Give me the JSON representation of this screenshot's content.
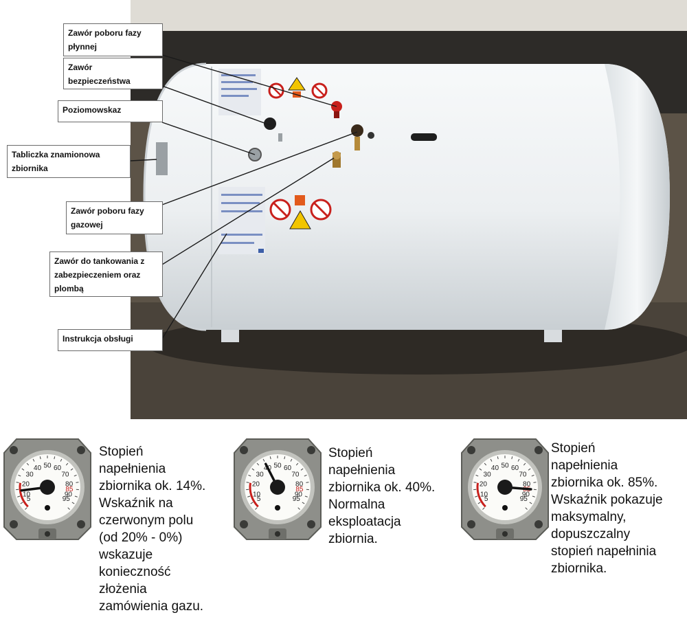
{
  "labels": [
    {
      "id": "liquid-valve",
      "lines": [
        "Zawór poboru fazy",
        "płynnej"
      ]
    },
    {
      "id": "safety-valve",
      "lines": [
        "Zawór",
        "bezpieczeństwa"
      ]
    },
    {
      "id": "level-gauge",
      "lines": [
        "Poziomowskaz"
      ]
    },
    {
      "id": "nameplate",
      "lines": [
        "Tabliczka znamionowa",
        "zbiornika"
      ]
    },
    {
      "id": "gas-valve",
      "lines": [
        "Zawór poboru fazy",
        "gazowej"
      ]
    },
    {
      "id": "filling-valve",
      "lines": [
        "Zawór do tankowania z",
        "zabezpieczeniem oraz",
        "plombą"
      ]
    },
    {
      "id": "instructions",
      "lines": [
        "Instrukcja obsługi"
      ]
    }
  ],
  "gauges": [
    {
      "level_percent": 14,
      "caption": [
        "Stopień",
        "napełnienia",
        "zbiornika ok. 14%.",
        "Wskaźnik na",
        "czerwonym polu",
        "(od 20% - 0%)",
        "wskazuje",
        "konieczność",
        "złożenia",
        "zamówienia gazu."
      ]
    },
    {
      "level_percent": 40,
      "caption": [
        "Stopień",
        "napełnienia",
        "zbiornika ok. 40%.",
        "Normalna",
        "eksploatacja",
        "zbiornia."
      ]
    },
    {
      "level_percent": 85,
      "caption": [
        "Stopień",
        "napełnienia",
        "zbiornika ok. 85%.",
        "Wskaźnik pokazuje",
        "maksymalny,",
        "dopuszczalny",
        "stopień  napełninia",
        "zbiornika."
      ]
    }
  ],
  "dial_numbers": [
    "5",
    "10",
    "20",
    "30",
    "40",
    "50",
    "60",
    "70",
    "80",
    "85",
    "90",
    "95"
  ],
  "colors": {
    "tank": "#eef1f3",
    "accent_red": "#c8201c",
    "ground": "#5c5347",
    "label_border": "#6a6a6a"
  }
}
